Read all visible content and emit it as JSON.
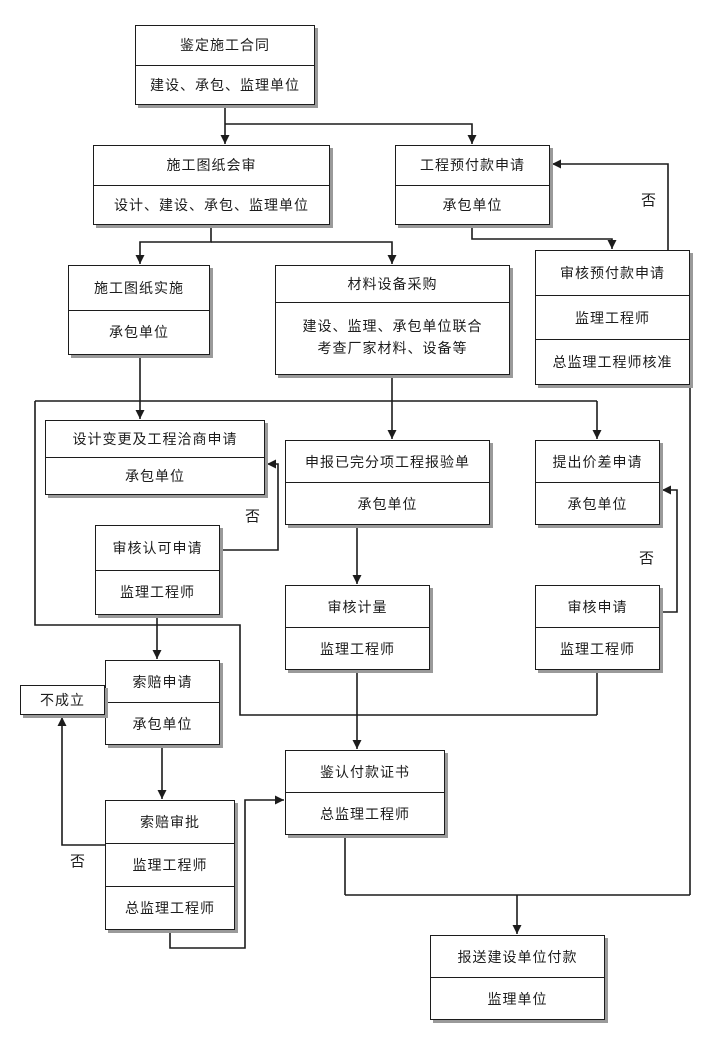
{
  "page": {
    "background": "#ffffff",
    "line_color": "#1c1c1c",
    "shadow_color": "#9a9a9a"
  },
  "labels": {
    "no": "否"
  },
  "nodes": {
    "contract": {
      "rows": [
        "鉴定施工合同",
        "建设、承包、监理单位"
      ]
    },
    "drawing_review": {
      "rows": [
        "施工图纸会审",
        "设计、建设、承包、监理单位"
      ]
    },
    "prepayment_request": {
      "rows": [
        "工程预付款申请",
        "承包单位"
      ]
    },
    "prepayment_audit": {
      "rows": [
        "审核预付款申请",
        "监理工程师",
        "总监理工程师核准"
      ]
    },
    "drawing_implementation": {
      "rows": [
        "施工图纸实施",
        "承包单位"
      ]
    },
    "material_procurement": {
      "rows": [
        "材料设备采购",
        "建设、监理、承包单位联合",
        "考查厂家材料、设备等"
      ]
    },
    "design_change_request": {
      "rows": [
        "设计变更及工程洽商申请",
        "承包单位"
      ]
    },
    "inspection_declaration": {
      "rows": [
        "申报已完分项工程报验单",
        "承包单位"
      ]
    },
    "price_diff_request": {
      "rows": [
        "提出价差申请",
        "承包单位"
      ]
    },
    "approval_review": {
      "rows": [
        "审核认可申请",
        "监理工程师"
      ]
    },
    "measurement_audit": {
      "rows": [
        "审核计量",
        "监理工程师"
      ]
    },
    "request_audit": {
      "rows": [
        "审核申请",
        "监理工程师"
      ]
    },
    "claim_request": {
      "rows": [
        "索赔申请",
        "承包单位"
      ]
    },
    "not_established": {
      "rows": [
        "不成立"
      ]
    },
    "payment_certificate": {
      "rows": [
        "鉴认付款证书",
        "总监理工程师"
      ]
    },
    "claim_approval": {
      "rows": [
        "索赔审批",
        "监理工程师",
        "总监理工程师"
      ]
    },
    "submit_payment": {
      "rows": [
        "报送建设单位付款",
        "监理单位"
      ]
    }
  }
}
